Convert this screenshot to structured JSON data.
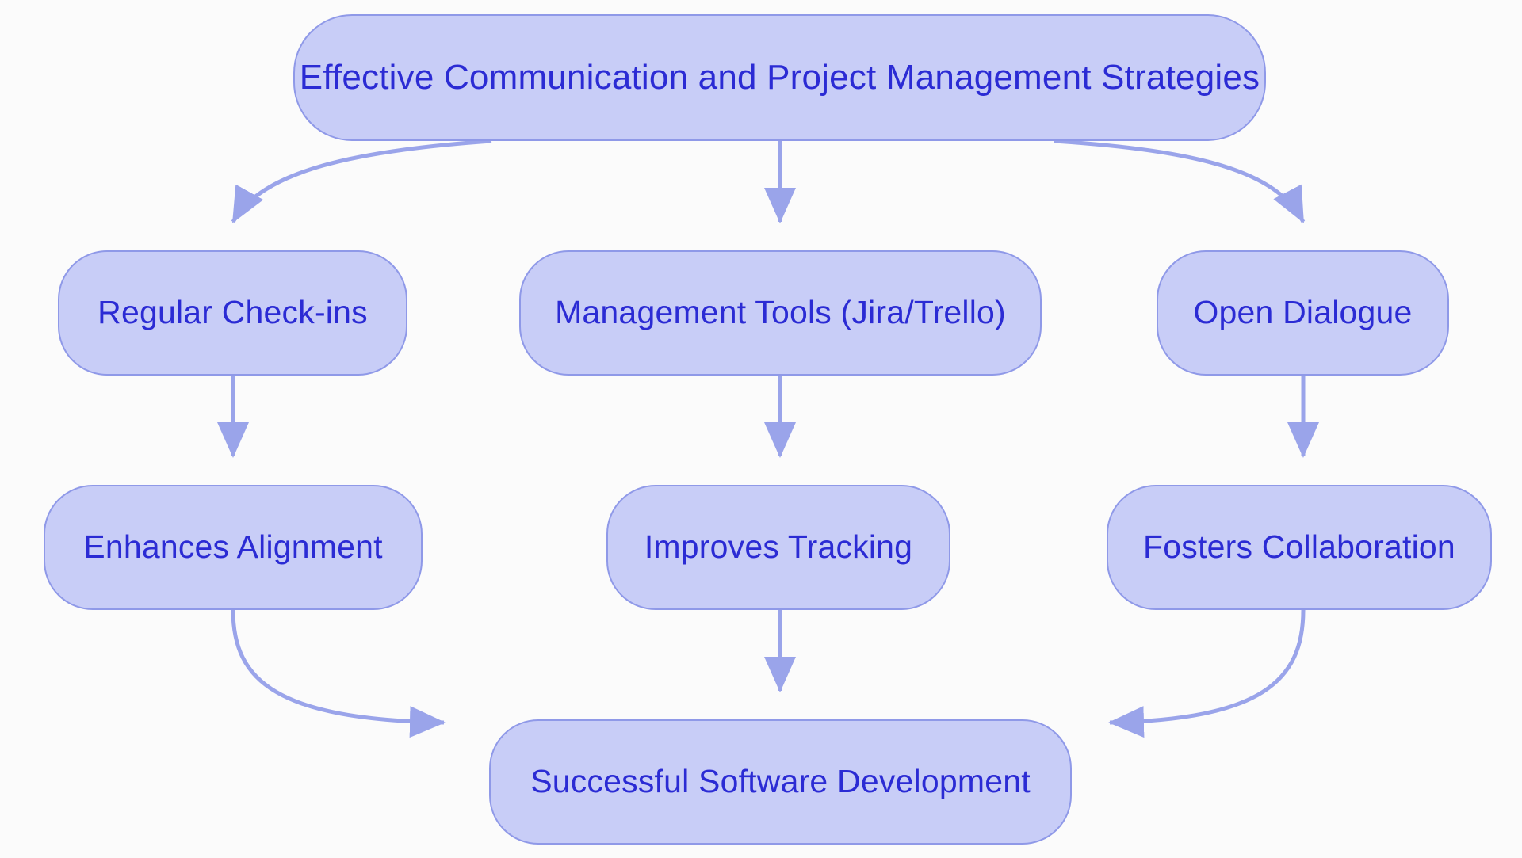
{
  "diagram": {
    "type": "flowchart",
    "direction": "top-to-bottom",
    "title_node": "Effective Communication and Project Management Strategies",
    "background_color": "#fbfbfb",
    "node_fill_color": "#c8cdf7",
    "node_border_color": "#8f99e8",
    "node_text_color": "#2b2bd4",
    "edge_color": "#9aa4ea",
    "nodes": [
      {
        "id": "root",
        "label": "Effective Communication and Project Management Strategies",
        "row": 0
      },
      {
        "id": "checkins",
        "label": "Regular Check-ins",
        "row": 1
      },
      {
        "id": "tools",
        "label": "Management Tools (Jira/Trello)",
        "row": 1
      },
      {
        "id": "dialogue",
        "label": "Open Dialogue",
        "row": 1
      },
      {
        "id": "align",
        "label": "Enhances Alignment",
        "row": 2
      },
      {
        "id": "tracking",
        "label": "Improves Tracking",
        "row": 2
      },
      {
        "id": "collab",
        "label": "Fosters Collaboration",
        "row": 2
      },
      {
        "id": "success",
        "label": "Successful Software Development",
        "row": 3
      }
    ],
    "edges": [
      {
        "from": "root",
        "to": "checkins"
      },
      {
        "from": "root",
        "to": "tools"
      },
      {
        "from": "root",
        "to": "dialogue"
      },
      {
        "from": "checkins",
        "to": "align"
      },
      {
        "from": "tools",
        "to": "tracking"
      },
      {
        "from": "dialogue",
        "to": "collab"
      },
      {
        "from": "align",
        "to": "success"
      },
      {
        "from": "tracking",
        "to": "success"
      },
      {
        "from": "collab",
        "to": "success"
      }
    ]
  }
}
